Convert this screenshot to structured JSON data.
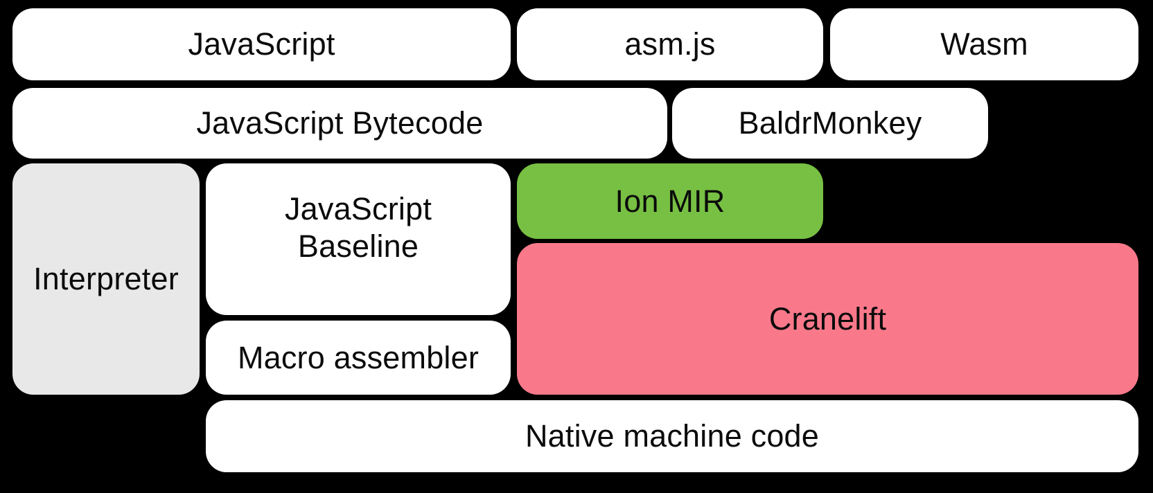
{
  "diagram": {
    "description": "Compiler pipeline diagram on black background",
    "boxes": {
      "javascript": {
        "label": "JavaScript",
        "fill": "white"
      },
      "asmjs": {
        "label": "asm.js",
        "fill": "white"
      },
      "wasm": {
        "label": "Wasm",
        "fill": "white"
      },
      "js_bytecode": {
        "label": "JavaScript Bytecode",
        "fill": "white"
      },
      "baldrmonkey": {
        "label": "BaldrMonkey",
        "fill": "white"
      },
      "interpreter": {
        "label": "Interpreter",
        "fill": "gray"
      },
      "js_baseline": {
        "label": "JavaScript Baseline",
        "fill": "white"
      },
      "ion_mir": {
        "label": "Ion MIR",
        "fill": "green"
      },
      "cranelift": {
        "label": "Cranelift",
        "fill": "pink"
      },
      "macro_assembler": {
        "label": "Macro assembler",
        "fill": "white"
      },
      "native_code": {
        "label": "Native machine code",
        "fill": "white"
      }
    },
    "colors": {
      "background": "#000000",
      "white": "#ffffff",
      "gray": "#e8e8e8",
      "green": "#77c043",
      "pink": "#f9798b",
      "text": "#0b0b0b"
    }
  }
}
